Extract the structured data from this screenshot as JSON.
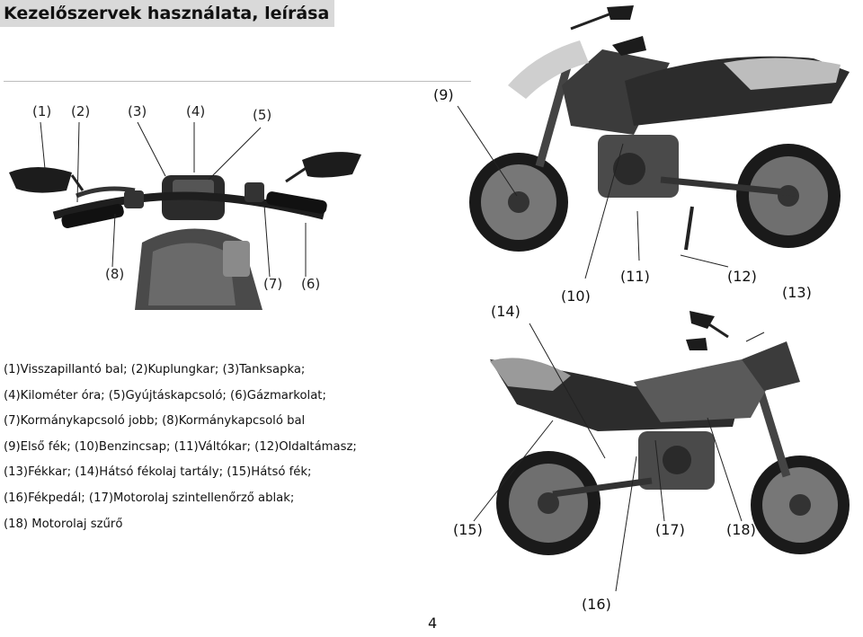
{
  "title": "Kezelőszervek használata, leírása",
  "handlebar_labels": [
    "(1)",
    "(2)",
    "(3)",
    "(4)",
    "(5)",
    "(6)",
    "(7)",
    "(8)"
  ],
  "callouts_top": [
    "(9)",
    "(10)",
    "(11)",
    "(12)",
    "(13)",
    "(14)"
  ],
  "callouts_bottom": [
    "(15)",
    "(16)",
    "(17)",
    "(18)"
  ],
  "description_lines": [
    "(1)Visszapillantó bal; (2)Kuplungkar; (3)Tanksapka;",
    "(4)Kilométer óra; (5)Gyújtáskapcsoló; (6)Gázmarkolat;",
    "(7)Kormánykapcsoló jobb; (8)Kormánykapcsoló bal",
    "(9)Első fék; (10)Benzincsap; (11)Váltókar; (12)Oldaltámasz;",
    "(13)Fékkar; (14)Hátsó fékolaj tartály; (15)Hátsó fék;",
    "(16)Fékpedál; (17)Motorolaj szintellenőrző ablak;",
    "(18) Motorolaj szűrő"
  ],
  "page_number": "4"
}
